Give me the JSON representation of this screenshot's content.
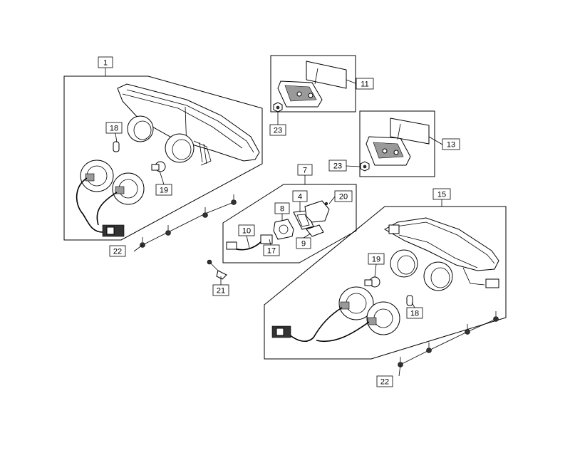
{
  "callouts": {
    "c1": "1",
    "c4": "4",
    "c7": "7",
    "c8": "8",
    "c9": "9",
    "c10": "10",
    "c11": "11",
    "c13": "13",
    "c15": "15",
    "c17": "17",
    "c18a": "18",
    "c18b": "18",
    "c19a": "19",
    "c19b": "19",
    "c20": "20",
    "c21": "21",
    "c22a": "22",
    "c22b": "22",
    "c23a": "23",
    "c23b": "23"
  }
}
